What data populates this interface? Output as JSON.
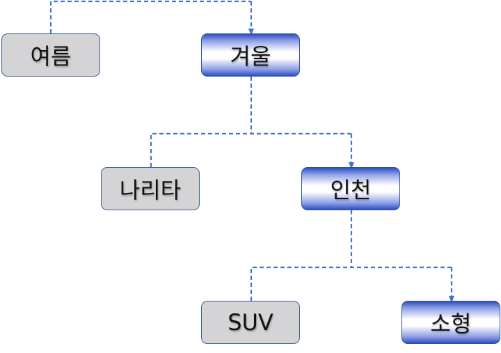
{
  "nodes": {
    "summer": "여름",
    "winter": "겨울",
    "narita": "나리타",
    "incheon": "인천",
    "suv": "SUV",
    "compact": "소형"
  },
  "colors": {
    "connector": "#4472c4",
    "gray_node_fill": "#d4d4d6",
    "blue_node_edge": "#2c4fc0",
    "node_border": "#2e4da8"
  }
}
